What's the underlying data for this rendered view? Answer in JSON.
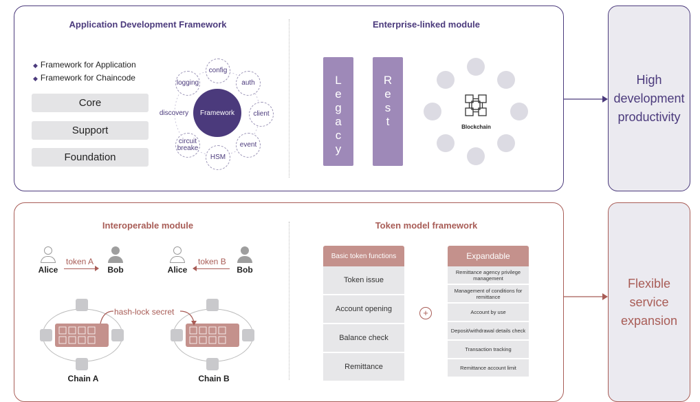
{
  "top_panel": {
    "left_title": "Application Development Framework",
    "right_title": "Enterprise-linked module",
    "bullets": [
      "Framework for Application",
      "Framework for Chaincode"
    ],
    "layers": [
      "Core",
      "Support",
      "Foundation"
    ],
    "framework_label": "Framework",
    "framework_nodes": [
      "config",
      "auth",
      "client",
      "event",
      "HSM",
      "circuit\nbreake",
      "discovery",
      "logging"
    ],
    "legacy_letters": [
      "L",
      "e",
      "g",
      "a",
      "c",
      "y"
    ],
    "rest_letters": [
      "R",
      "e",
      "s",
      "t"
    ],
    "blockchain_label": "Blockchain",
    "output": "High development productivity"
  },
  "bottom_panel": {
    "left_title": "Interoperable module",
    "right_title": "Token model framework",
    "people": {
      "alice1": "Alice",
      "bob1": "Bob",
      "alice2": "Alice",
      "bob2": "Bob"
    },
    "token_a": "token A",
    "token_b": "token B",
    "hash_lock": "hash-lock secret",
    "chain_a": "Chain A",
    "chain_b": "Chain B",
    "basic_header": "Basic token functions",
    "basic_items": [
      "Token issue",
      "Account opening",
      "Balance check",
      "Remittance"
    ],
    "plus_symbol": "+",
    "expand_header": "Expandable",
    "expand_items": [
      "Remittance agency privilege management",
      "Management of conditions for remittance",
      "Account by use",
      "Deposit/withdrawal details check",
      "Transaction tracking",
      "Remittance account limit"
    ],
    "output": "Flexible service expansion"
  },
  "colors": {
    "purple": "#4b3a7c",
    "red": "#a85c56",
    "lavender": "#9e89b8",
    "rose": "#c4918c"
  }
}
